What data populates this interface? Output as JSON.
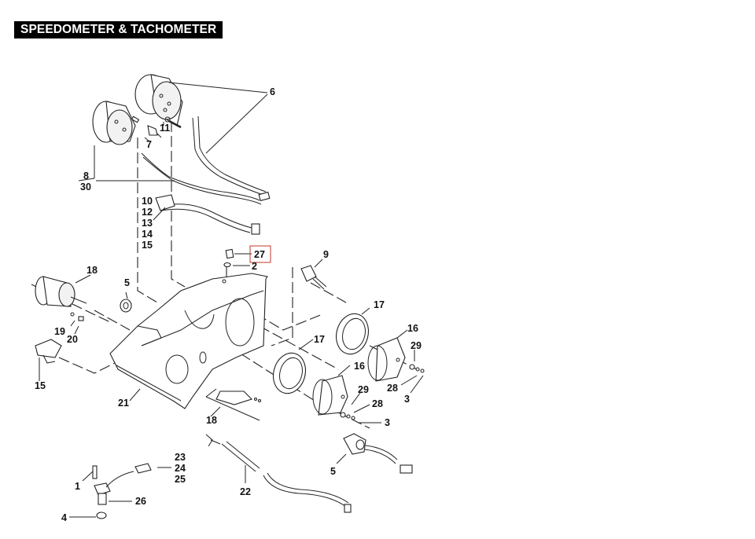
{
  "title": "SPEEDOMETER & TACHOMETER",
  "highlight_color": "#c0392b",
  "callouts": {
    "c6": "6",
    "c11": "11",
    "c7": "7",
    "c8": "8",
    "c30": "30",
    "c10": "10",
    "c12": "12",
    "c13": "13",
    "c14": "14",
    "c15a": "15",
    "c27": "27",
    "c2": "2",
    "c9": "9",
    "c18a": "18",
    "c5a": "5",
    "c19": "19",
    "c20": "20",
    "c15b": "15",
    "c21": "21",
    "c17a": "17",
    "c16a": "16",
    "c29a": "29",
    "c28a": "28",
    "c3a": "3",
    "c17b": "17",
    "c16b": "16",
    "c29b": "29",
    "c28b": "28",
    "c3b": "3",
    "c18b": "18",
    "c23": "23",
    "c24": "24",
    "c25": "25",
    "c1": "1",
    "c26": "26",
    "c4": "4",
    "c22": "22",
    "c5b": "5"
  },
  "highlighted_callout": "27"
}
